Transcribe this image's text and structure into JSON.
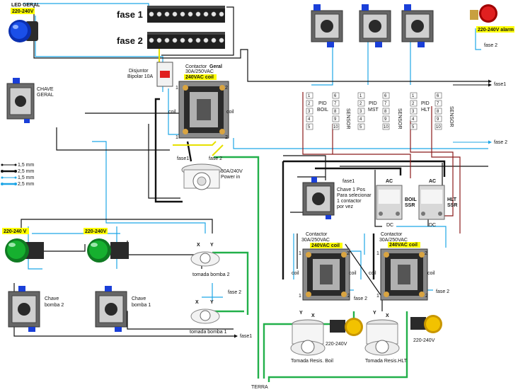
{
  "labels": {
    "fase1": "fase 1",
    "fase2": "fase 2",
    "led_geral": "LED GERAL",
    "v220_a": "220-240V",
    "v220_b": "220-240 V",
    "v220_c": "220-240V",
    "v220_alarm": "220-240V alarm",
    "v220_boil": "220-240V",
    "v220_hlt": "220-240V",
    "chave_geral_1": "CHAVE",
    "chave_geral_2": "GERAL",
    "disjuntor_1": "Disjuntor",
    "disjuntor_2": "Bipolar 10A",
    "contactor_geral_1": "Contactor",
    "contactor_geral_geral": "Geral",
    "contactor_geral_2": "30A/250VAC",
    "coil_240": "240VAC coil",
    "power_in_1": "30A/240V",
    "power_in_2": "Power in",
    "fase1_small": "fase1",
    "fase2_small": "fase 2",
    "coil": "coil",
    "pid_boil_1": "PID",
    "pid_boil_2": "BOIL",
    "pid_mst_1": "PID",
    "pid_mst_2": "MST",
    "pid_hlt_1": "PID",
    "pid_hlt_2": "HLT",
    "sensor": "SENSOR",
    "ac": "AC",
    "dc": "DC",
    "boil_ssr_1": "BOIL",
    "boil_ssr_2": "SSR",
    "hlt_ssr_1": "HLT",
    "hlt_ssr_2": "SSR",
    "chave_1pos_1": "Chave 1 Pos",
    "chave_1pos_2": "Para selecionar",
    "chave_1pos_3": "1 contactor",
    "chave_1pos_4": "por vez",
    "contactor_1": "Contactor",
    "contactor_2": "30A/250VAC",
    "chave_bomba2_1": "Chave",
    "chave_bomba2_2": "bomba 2",
    "chave_bomba1_1": "Chave",
    "chave_bomba1_2": "bomba 1",
    "tomada_bomba2": "tomada bomba 2",
    "tomada_bomba1": "tomada bomba 1",
    "tomada_boil": "Tomada Resis. Boil",
    "tomada_hlt": "Tomada Resis.HLT",
    "terra": "TERRA",
    "x": "X",
    "y": "Y"
  },
  "legend": [
    "1,5 mm",
    "2,5 mm",
    "1,5 mm",
    "2,5 mm"
  ],
  "colors": {
    "black": "#111111",
    "cyan": "#1fa6e6",
    "green": "#22b04a",
    "darkred": "#8b1a1a",
    "yellow_tag": "#ffff00",
    "led_blue": "#1a3fd8",
    "led_green": "#16b02f",
    "led_yellow": "#f2c200",
    "led_red": "#d81e1e"
  }
}
